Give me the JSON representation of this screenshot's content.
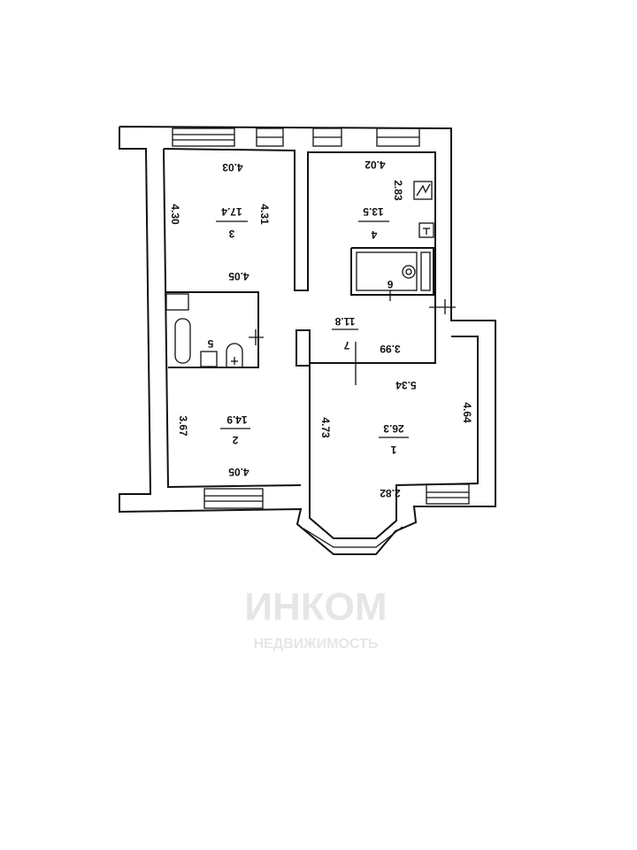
{
  "watermark": {
    "brand": "ИНКОМ",
    "subtitle": "НЕДВИЖИМОСТЬ"
  },
  "rooms": [
    {
      "number": "3",
      "area": "17.4",
      "dims": [
        "4.03",
        "4.30",
        "4.31",
        "4.05"
      ]
    },
    {
      "number": "4",
      "area": "13.5",
      "dims": [
        "4.02",
        "2.83"
      ]
    },
    {
      "number": "6"
    },
    {
      "number": "5"
    },
    {
      "number": "7",
      "area": "11.8",
      "dims": [
        "3.99"
      ]
    },
    {
      "number": "2",
      "area": "14.9",
      "dims": [
        "3.67",
        "4.05"
      ]
    },
    {
      "number": "1",
      "area": "26.3",
      "dims": [
        "5.34",
        "4.73",
        "4.64",
        "2.82"
      ]
    }
  ]
}
